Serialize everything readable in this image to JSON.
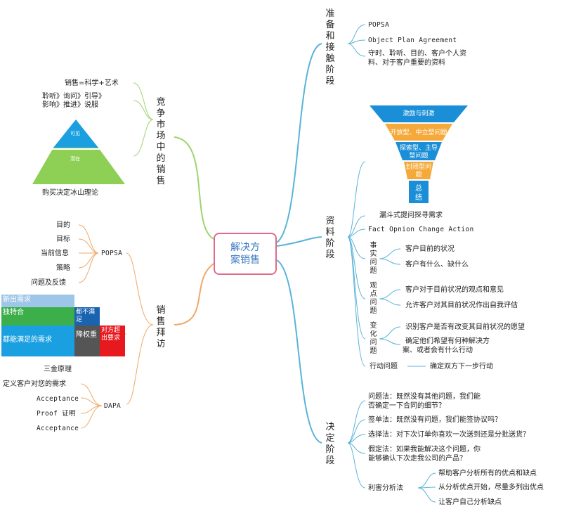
{
  "center": {
    "line1": "解决方",
    "line2": "案销售"
  },
  "branches": {
    "prepare": {
      "title": "准备和接触阶段",
      "items": [
        "POPSA",
        "Object Plan Agreement",
        "守时、聆听、目的、客户个人资",
        "料、对于客户重要的资料"
      ]
    },
    "competition": {
      "title": "竞争市场中的销售",
      "items": [
        "销售=科学+艺术",
        "聆听》询问》引导》",
        "影响》推进》说服"
      ],
      "pyramid": {
        "top": "可见",
        "bottom": "潜在",
        "caption": "购买决定冰山理论"
      }
    },
    "info": {
      "title": "资料阶段",
      "funnel": [
        "激励与刺激",
        "开放型、中立型问题",
        "探索型、主导型问题",
        "封闭型问题",
        "总结"
      ],
      "funnel_caption": "漏斗式提问探寻需求",
      "fcca": "Fact Opnion Change Action",
      "fact": {
        "label": "事实问题",
        "items": [
          "客户目前的状况",
          "客户有什么、缺什么"
        ]
      },
      "opinion": {
        "label": "观点问题",
        "items": [
          "客户对于目前状况的观点和意见",
          "允许客户对其目前状况作出自我评估"
        ]
      },
      "change": {
        "label": "变化问题",
        "items": [
          "识别客户是否有改变其目前状况的愿望",
          "确定他们希望有何种解决方",
          "案、或者会有什么行动"
        ]
      },
      "action": {
        "label": "行动问题",
        "item": "确定双方下一步行动"
      }
    },
    "visit": {
      "title": "销售拜访",
      "popsa": {
        "label": "POPSA",
        "items": [
          "目的",
          "目标",
          "当前信息",
          "策略",
          "问题及反馈"
        ]
      },
      "gold": {
        "caption": "三金原理",
        "cells": [
          "新出需求",
          "独特合",
          "都不满足",
          "都能满足的需求",
          "降权重",
          "对方超出要求"
        ]
      },
      "dapa": {
        "label": "DAPA",
        "items": [
          "定义客户对您的需求",
          "Acceptance",
          "Proof 证明",
          "Acceptance"
        ]
      }
    },
    "decide": {
      "title": "决定阶段",
      "items": [
        "问题法：既然没有其他问题，我们能",
        "否确定一下合同的细节？",
        "签单法：既然没有问题，我们能签协议吗？",
        "选择法：对下次订单你喜欢一次送到还是分批送货？",
        "假定法：如果我能解决这个问题，你",
        "能够确认下次走我公司的产品？"
      ],
      "profit": {
        "label": "利害分析法",
        "items": [
          "帮助客户分析所有的优点和缺点",
          "从分析优点开始，尽量多列出优点",
          "让客户自己分析缺点"
        ]
      }
    }
  },
  "colors": {
    "blue_branch": "#5ab3d9",
    "green_branch": "#9fd36e",
    "orange_branch": "#f0a868",
    "center_border": "#e06a8a"
  }
}
